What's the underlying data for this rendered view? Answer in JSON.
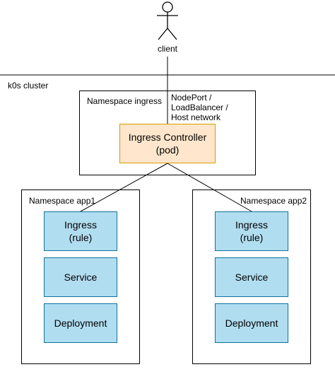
{
  "actor": {
    "label": "client"
  },
  "cluster": {
    "label": "k0s cluster"
  },
  "ingress_namespace": {
    "label": "Namespace ingress",
    "service_type": [
      "NodePort /",
      "LoadBalancer /",
      "Host network"
    ],
    "controller": {
      "line1": "Ingress Controller",
      "line2": "(pod)"
    }
  },
  "app1": {
    "label": "Namespace app1",
    "ingress": {
      "line1": "Ingress",
      "line2": "(rule)"
    },
    "service": "Service",
    "deployment": "Deployment"
  },
  "app2": {
    "label": "Namespace app2",
    "ingress": {
      "line1": "Ingress",
      "line2": "(rule)"
    },
    "service": "Service",
    "deployment": "Deployment"
  },
  "colors": {
    "resource_fill": "#b1ddf0",
    "resource_stroke": "#10739e",
    "controller_fill": "#ffe6cc",
    "controller_stroke": "#d79b00"
  }
}
